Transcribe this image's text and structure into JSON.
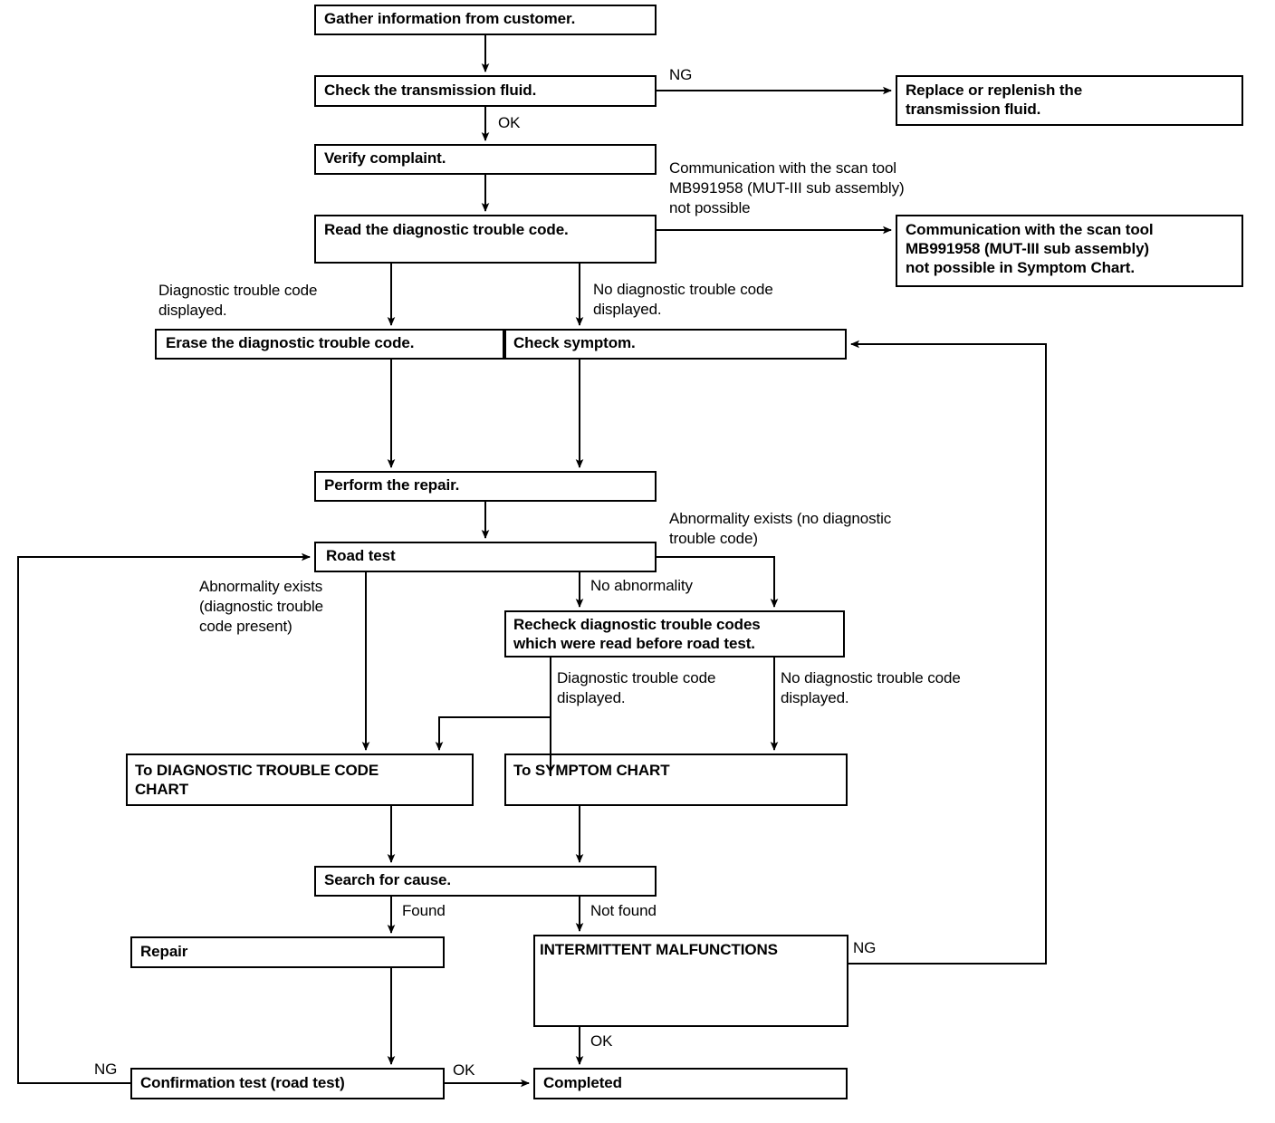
{
  "diagram": {
    "type": "flowchart",
    "title": "Transmission diagnostic troubleshooting flowchart",
    "colors": {
      "stroke": "#000000",
      "fill": "#ffffff",
      "text": "#000000"
    },
    "nodes": [
      {
        "id": "gather",
        "label": "Gather information from customer."
      },
      {
        "id": "check_fluid",
        "label": "Check the  transmission fluid."
      },
      {
        "id": "replace_fluid",
        "label": "Replace or replenish the\ntransmission fluid."
      },
      {
        "id": "verify",
        "label": "Verify complaint."
      },
      {
        "id": "read_dtc",
        "label": "Read the diagnostic trouble code."
      },
      {
        "id": "comm_box",
        "label": "Communication with the scan tool\nMB991958 (MUT-III sub assembly)\nnot possible in Symptom Chart."
      },
      {
        "id": "erase_dtc",
        "label": "Erase the diagnostic trouble code."
      },
      {
        "id": "check_symptom",
        "label": "Check symptom."
      },
      {
        "id": "perform_repair",
        "label": "Perform the repair."
      },
      {
        "id": "road_test",
        "label": "Road test"
      },
      {
        "id": "recheck_dtc",
        "label": "Recheck diagnostic trouble codes\nwhich were read before road test."
      },
      {
        "id": "to_dtc_chart",
        "label": "To DIAGNOSTIC TROUBLE CODE\nCHART"
      },
      {
        "id": "to_symptom",
        "label": "To SYMPTOM CHART"
      },
      {
        "id": "search_cause",
        "label": "Search for cause."
      },
      {
        "id": "repair",
        "label": "Repair"
      },
      {
        "id": "intermittent",
        "label": "INTERMITTENT MALFUNCTIONS"
      },
      {
        "id": "confirm_test",
        "label": "Confirmation test (road test)"
      },
      {
        "id": "completed",
        "label": "Completed"
      }
    ],
    "edge_labels": [
      {
        "id": "ng_fluid",
        "text": "NG"
      },
      {
        "id": "ok_fluid",
        "text": "OK"
      },
      {
        "id": "comm_not_possible",
        "text": "Communication with the scan tool\nMB991958 (MUT-III sub assembly)\nnot possible"
      },
      {
        "id": "dtc_displayed",
        "text": "Diagnostic trouble code\ndisplayed."
      },
      {
        "id": "no_dtc_displayed",
        "text": "No diagnostic trouble code\ndisplayed."
      },
      {
        "id": "abn_no_dtc",
        "text": "Abnormality exists (no diagnostic\ntrouble code)"
      },
      {
        "id": "abn_dtc_present",
        "text": "Abnormality exists\n(diagnostic trouble\ncode present)"
      },
      {
        "id": "no_abnormality",
        "text": "No abnormality"
      },
      {
        "id": "dtc_displayed_2",
        "text": "Diagnostic trouble code\ndisplayed."
      },
      {
        "id": "no_dtc_displayed_2",
        "text": "No diagnostic trouble code\ndisplayed."
      },
      {
        "id": "found",
        "text": "Found"
      },
      {
        "id": "not_found",
        "text": "Not found"
      },
      {
        "id": "ng_intermittent",
        "text": "NG"
      },
      {
        "id": "ok_intermittent",
        "text": "OK"
      },
      {
        "id": "ng_confirm",
        "text": "NG"
      },
      {
        "id": "ok_confirm",
        "text": "OK"
      }
    ]
  }
}
